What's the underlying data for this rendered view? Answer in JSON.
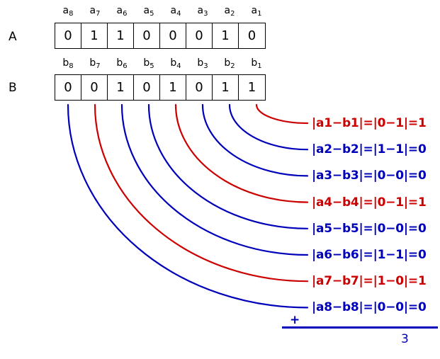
{
  "colors": {
    "red": "#CC0000",
    "blue": "#0000BB",
    "black": "#000000",
    "background": "#FFFFFF"
  },
  "rows": {
    "a": {
      "label": "A",
      "header_prefix": "a",
      "headers": [
        "a8",
        "a7",
        "a6",
        "a5",
        "a4",
        "a3",
        "a2",
        "a1"
      ],
      "bits": [
        "0",
        "1",
        "1",
        "0",
        "0",
        "0",
        "1",
        "0"
      ]
    },
    "b": {
      "label": "B",
      "header_prefix": "b",
      "headers": [
        "b8",
        "b7",
        "b6",
        "b5",
        "b4",
        "b3",
        "b2",
        "b1"
      ],
      "bits": [
        "0",
        "0",
        "1",
        "0",
        "1",
        "0",
        "1",
        "1"
      ]
    }
  },
  "equations": [
    {
      "index": 1,
      "text": "|a1−b1|=|0−1|=1",
      "a": "0",
      "b": "1",
      "result": 1,
      "color": "#CC0000"
    },
    {
      "index": 2,
      "text": "|a2−b2|=|1−1|=0",
      "a": "1",
      "b": "1",
      "result": 0,
      "color": "#0000BB"
    },
    {
      "index": 3,
      "text": "|a3−b3|=|0−0|=0",
      "a": "0",
      "b": "0",
      "result": 0,
      "color": "#0000BB"
    },
    {
      "index": 4,
      "text": "|a4−b4|=|0−1|=1",
      "a": "0",
      "b": "1",
      "result": 1,
      "color": "#CC0000"
    },
    {
      "index": 5,
      "text": "|a5−b5|=|0−0|=0",
      "a": "0",
      "b": "0",
      "result": 0,
      "color": "#0000BB"
    },
    {
      "index": 6,
      "text": "|a6−b6|=|1−1|=0",
      "a": "1",
      "b": "1",
      "result": 0,
      "color": "#0000BB"
    },
    {
      "index": 7,
      "text": "|a7−b7|=|1−0|=1",
      "a": "1",
      "b": "0",
      "result": 1,
      "color": "#CC0000"
    },
    {
      "index": 8,
      "text": "|a8−b8|=|0−0|=0",
      "a": "0",
      "b": "0",
      "result": 0,
      "color": "#0000BB"
    }
  ],
  "sum": {
    "operator": "+",
    "total": "3"
  }
}
